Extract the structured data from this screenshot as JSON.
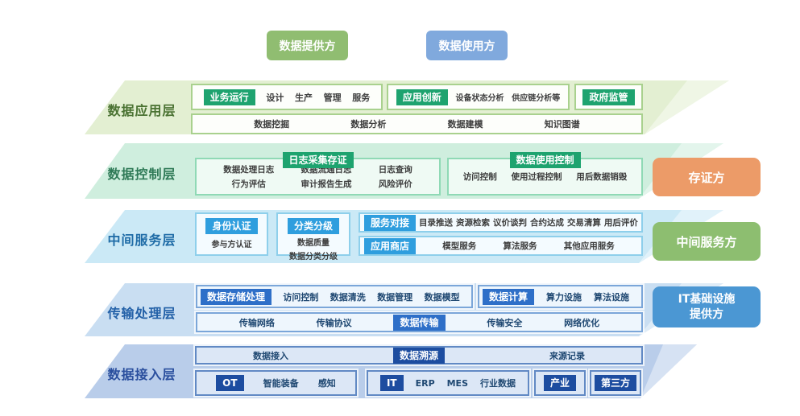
{
  "title_buttons": {
    "provider": "数据提供方",
    "consumer": "数据使用方"
  },
  "layers": [
    {
      "name": "数据应用层",
      "business": {
        "badge": "业务运行",
        "items": [
          "设计",
          "生产",
          "管理",
          "服务"
        ]
      },
      "innovation": {
        "badge": "应用创新",
        "items": [
          "设备状态分析",
          "供应链分析等"
        ]
      },
      "government": {
        "badge": "政府监管"
      },
      "capabilities": [
        "数据挖掘",
        "数据分析",
        "数据建模",
        "知识图谱"
      ]
    },
    {
      "name": "数据控制层",
      "log_box": {
        "title": "日志采集存证",
        "col1": [
          "数据处理日志",
          "行为评估"
        ],
        "col2": [
          "数据流通日志",
          "审计报告生成"
        ],
        "col3": [
          "日志查询",
          "风险评价"
        ]
      },
      "usage_box": {
        "title": "数据使用控制",
        "items": [
          "访问控制",
          "使用过程控制",
          "用后数据销毁"
        ]
      }
    },
    {
      "name": "中间服务层",
      "identity": {
        "badge": "身份认证",
        "item": "参与方认证"
      },
      "classification": {
        "badge": "分类分级",
        "items": [
          "数据质量",
          "数据分类分级"
        ]
      },
      "service": {
        "badge": "服务对接",
        "items": [
          "目录推送",
          "资源检索",
          "议价谈判",
          "合约达成",
          "交易清算",
          "用后评价"
        ]
      },
      "appstore": {
        "badge": "应用商店",
        "items": [
          "模型服务",
          "算法服务",
          "其他应用服务"
        ]
      }
    },
    {
      "name": "传输处理层",
      "storage": {
        "badge": "数据存储处理",
        "items": [
          "访问控制",
          "数据清洗",
          "数据管理",
          "数据模型"
        ]
      },
      "compute": {
        "badge": "数据计算",
        "items": [
          "算力设施",
          "算法设施"
        ]
      },
      "transmission": {
        "badge": "数据传输",
        "left_items": [
          "传输网络",
          "传输协议"
        ],
        "right_items": [
          "传输安全",
          "网络优化"
        ]
      }
    },
    {
      "name": "数据接入层",
      "access": {
        "left": "数据接入",
        "badge": "数据溯源",
        "right": "来源记录"
      },
      "ot": {
        "badge": "OT",
        "items": [
          "智能装备",
          "感知"
        ]
      },
      "it": {
        "badge": "IT",
        "items": [
          "ERP",
          "MES",
          "行业数据"
        ]
      },
      "industry": {
        "badge": "产业"
      },
      "third_party": {
        "badge": "第三方"
      }
    }
  ],
  "side_cards": {
    "evidence": {
      "label": "存证方",
      "color": "#ec9b68"
    },
    "intermediary": {
      "label": "中间服务方",
      "color": "#8dbe70"
    },
    "it_infra": {
      "line1": "IT基础设施",
      "line2": "提供方",
      "color": "#4b97d3"
    }
  },
  "colors": {
    "provider_button": "#90bd71",
    "consumer_button": "#80a9dd",
    "layer1_band": "#e3efd2",
    "layer2_band": "#cfeede",
    "layer3_band": "#cbe9f6",
    "layer4_band": "#c9def2",
    "layer5_band": "#b9cdea",
    "green_badge": "#1ea36f",
    "blue_badge": "#2f9ede",
    "mid_blue_badge": "#2e6fc8",
    "navy_badge": "#1d4da0"
  }
}
